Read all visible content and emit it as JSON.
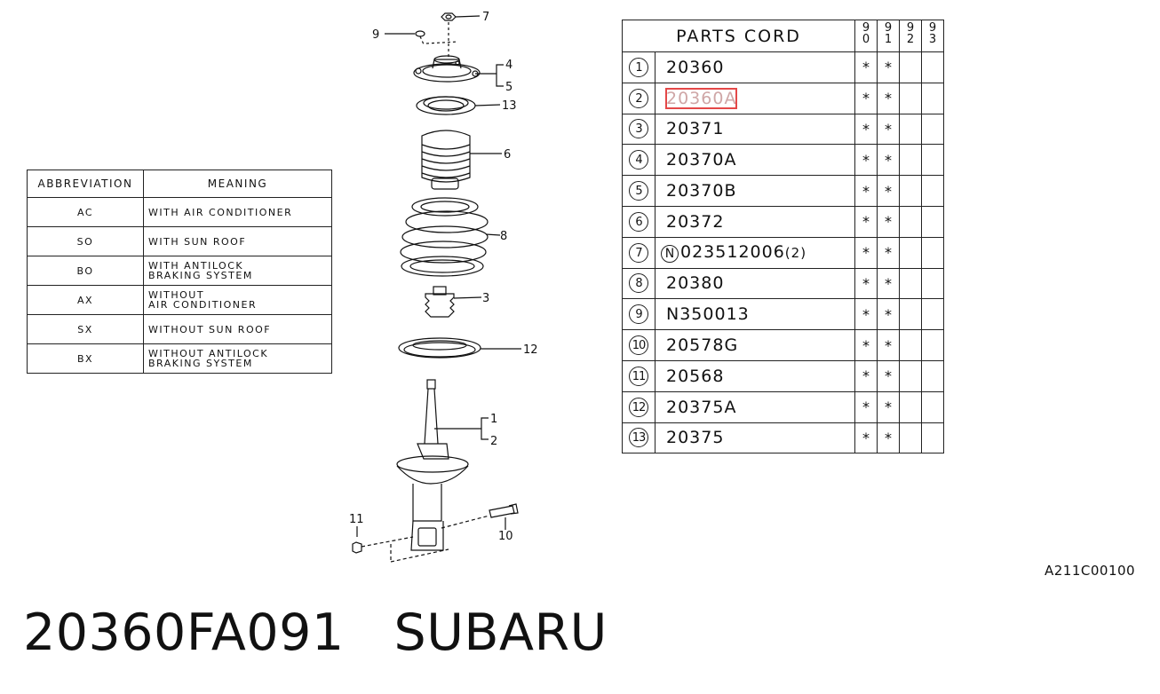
{
  "abbreviation_table": {
    "header_abbr": "ABBREVIATION",
    "header_meaning": "MEANING",
    "rows": [
      {
        "abbr": "AC",
        "meaning": "WITH AIR CONDITIONER"
      },
      {
        "abbr": "SO",
        "meaning": "WITH SUN ROOF"
      },
      {
        "abbr": "BO",
        "meaning": "WITH ANTILOCK\nBRAKING SYSTEM"
      },
      {
        "abbr": "AX",
        "meaning": "WITHOUT\nAIR CONDITIONER"
      },
      {
        "abbr": "SX",
        "meaning": "WITHOUT SUN ROOF"
      },
      {
        "abbr": "BX",
        "meaning": "WITHOUT ANTILOCK\nBRAKING SYSTEM"
      }
    ]
  },
  "diagram": {
    "callouts": [
      "7",
      "9",
      "4",
      "5",
      "13",
      "6",
      "8",
      "3",
      "12",
      "1",
      "2",
      "11",
      "10"
    ]
  },
  "parts_table": {
    "title": "PARTS CORD",
    "years": [
      [
        "9",
        "0"
      ],
      [
        "9",
        "1"
      ],
      [
        "9",
        "2"
      ],
      [
        "9",
        "3"
      ]
    ],
    "rows": [
      {
        "num": "1",
        "code": "20360",
        "marks": [
          "*",
          "*",
          "",
          ""
        ]
      },
      {
        "num": "2",
        "code": "20360A",
        "marks": [
          "*",
          "*",
          "",
          ""
        ],
        "highlighted": true
      },
      {
        "num": "3",
        "code": "20371",
        "marks": [
          "*",
          "*",
          "",
          ""
        ]
      },
      {
        "num": "4",
        "code": "20370A",
        "marks": [
          "*",
          "*",
          "",
          ""
        ]
      },
      {
        "num": "5",
        "code": "20370B",
        "marks": [
          "*",
          "*",
          "",
          ""
        ]
      },
      {
        "num": "6",
        "code": "20372",
        "marks": [
          "*",
          "*",
          "",
          ""
        ]
      },
      {
        "num": "7",
        "code": "023512006",
        "prefix_badge": "N",
        "qty": "(2)",
        "marks": [
          "*",
          "*",
          "",
          ""
        ]
      },
      {
        "num": "8",
        "code": "20380",
        "marks": [
          "*",
          "*",
          "",
          ""
        ]
      },
      {
        "num": "9",
        "code": "N350013",
        "marks": [
          "*",
          "*",
          "",
          ""
        ]
      },
      {
        "num": "10",
        "code": "20578G",
        "marks": [
          "*",
          "*",
          "",
          ""
        ]
      },
      {
        "num": "11",
        "code": "20568",
        "marks": [
          "*",
          "*",
          "",
          ""
        ]
      },
      {
        "num": "12",
        "code": "20375A",
        "marks": [
          "*",
          "*",
          "",
          ""
        ]
      },
      {
        "num": "13",
        "code": "20375",
        "marks": [
          "*",
          "*",
          "",
          ""
        ]
      }
    ]
  },
  "diagram_code": "A211C00100",
  "footer": {
    "part_number": "20360FA091",
    "brand": "SUBARU"
  },
  "colors": {
    "ink": "#111111",
    "highlight_border": "#e44848",
    "highlight_text": "#cfa6a6"
  }
}
